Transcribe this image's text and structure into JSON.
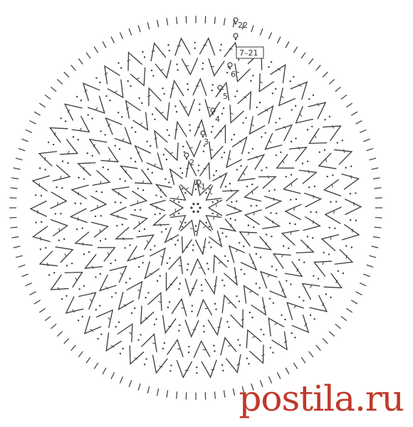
{
  "diagram": {
    "round_labels": [
      "1",
      "2",
      "3",
      "4",
      "5",
      "6",
      "22"
    ],
    "range_label": "7–21",
    "colors": {
      "stitch": "#3a3a3a",
      "background": "#ffffff",
      "watermark": "#c0392b"
    },
    "symbols": [
      "chain-stitch-dot",
      "slip-stitch-loop",
      "double-crochet-cluster",
      "single-crochet-tick"
    ]
  },
  "watermark": {
    "text": "postila.ru"
  }
}
